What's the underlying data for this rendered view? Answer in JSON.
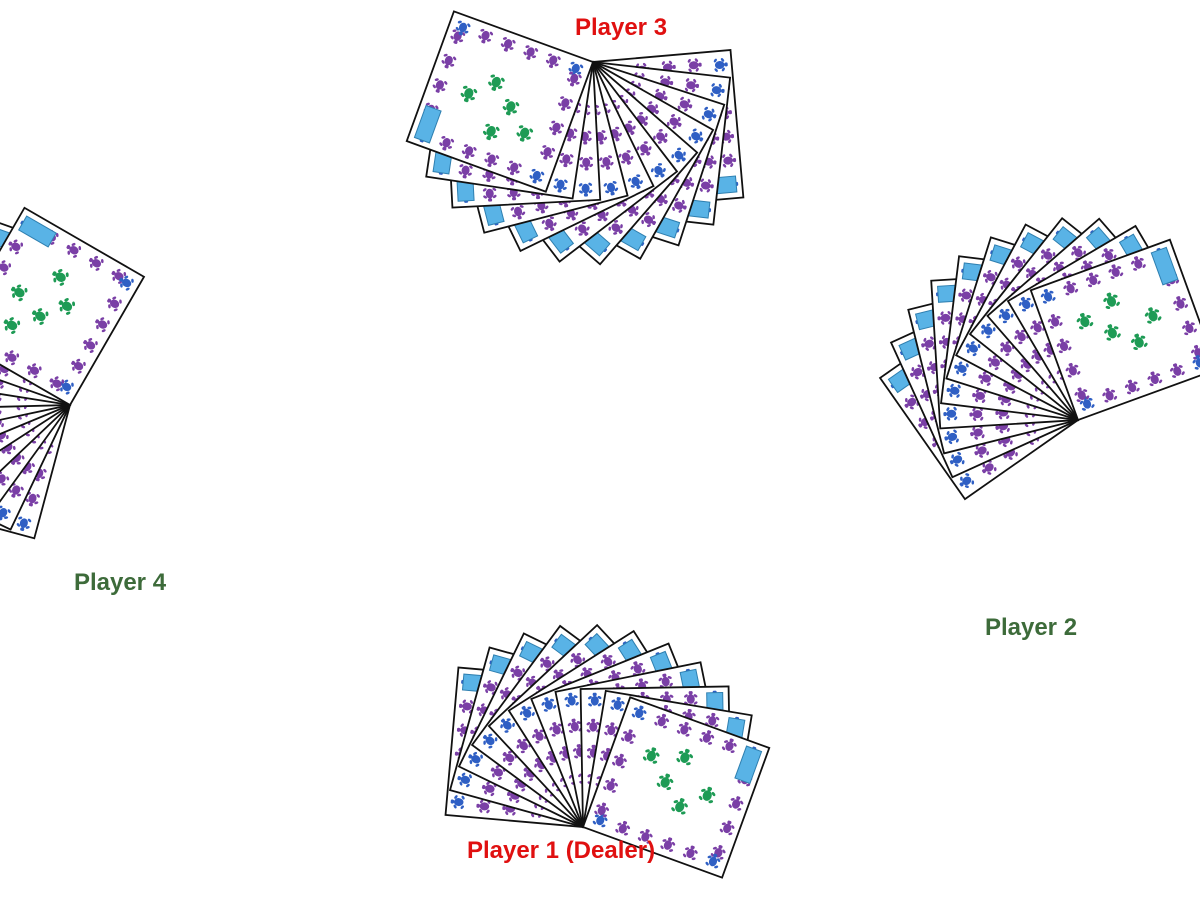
{
  "colors": {
    "dealer_label": "#e01010",
    "partner_label": "#3d6b3a",
    "turtle_purple": "#7a3fa6",
    "turtle_blue": "#2f5fc4",
    "turtle_green": "#1e9b55",
    "card_border": "#111111",
    "card_face": "#ffffff"
  },
  "players": [
    {
      "id": "p1",
      "label": "Player 1 (Dealer)",
      "label_color": "#e01010",
      "cards_in_hand": 11,
      "card_back_icon": "turtle-pattern-icon"
    },
    {
      "id": "p2",
      "label": "Player 2",
      "label_color": "#3d6b3a",
      "cards_in_hand": 11,
      "card_back_icon": "turtle-pattern-icon"
    },
    {
      "id": "p3",
      "label": "Player 3",
      "label_color": "#e01010",
      "cards_in_hand": 11,
      "card_back_icon": "turtle-pattern-icon"
    },
    {
      "id": "p4",
      "label": "Player 4",
      "label_color": "#3d6b3a",
      "cards_in_hand": 11,
      "card_back_icon": "turtle-pattern-icon"
    }
  ]
}
